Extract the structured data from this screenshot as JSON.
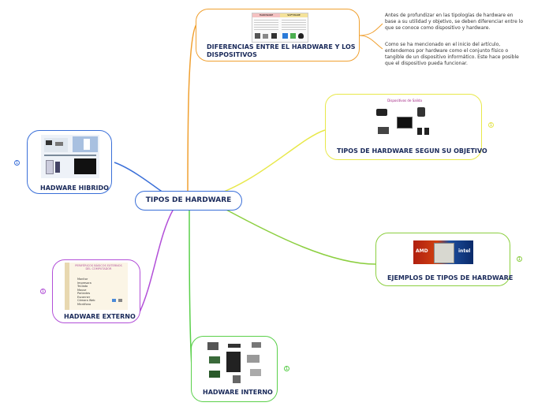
{
  "center": {
    "title": "TIPOS DE HARDWARE"
  },
  "branches": {
    "diferencias": {
      "label_line1": "DIFERENCIAS ENTRE EL HARDWARE Y LOS",
      "label_line2": "DISPOSITIVOS",
      "color": "#f0a030",
      "table_headers": [
        "HARDWARE",
        "SOFTWARE"
      ],
      "notes": [
        "Antes de profundizar en las tipologías de hardware en base a su utilidad y objetivo, se deben diferenciar entre lo que se conoce como dispositivo y hardware.",
        "Como se ha mencionado en el inicio del artículo, entendemos por hardware como el conjunto físico o tangible de un dispositivo informático. Este hace posible que el dispositivo pueda funcionar."
      ]
    },
    "objetivo": {
      "label": "TIPOS DE HARDWARE SEGUN SU OBJETIVO",
      "color": "#e8e84a",
      "image_title": "Dispositivos de Salida",
      "expand": "1"
    },
    "ejemplos": {
      "label": "EJEMPLOS DE TIPOS DE HARDWARE",
      "color": "#8ccf40",
      "expand": "1",
      "logo_left": "AMD",
      "logo_right": "intel"
    },
    "interno": {
      "label": "HADWARE INTERNO",
      "color": "#5ad04a",
      "expand": "1"
    },
    "externo": {
      "label": "HADWARE EXTERNO",
      "color": "#b24fd8",
      "expand": "1",
      "image_title": "PERIFÉRICOS BÁSICOS EXTERNOS DEL COMPUTADOR",
      "list": [
        "Monitor",
        "Impresora",
        "Teclado",
        "Mouse",
        "Parlantes",
        "Escanner",
        "Cámara Web",
        "Micrófono"
      ]
    },
    "hibrido": {
      "label": "HADWARE HIBRIDO",
      "color": "#3a6fd8",
      "expand": "1"
    }
  }
}
